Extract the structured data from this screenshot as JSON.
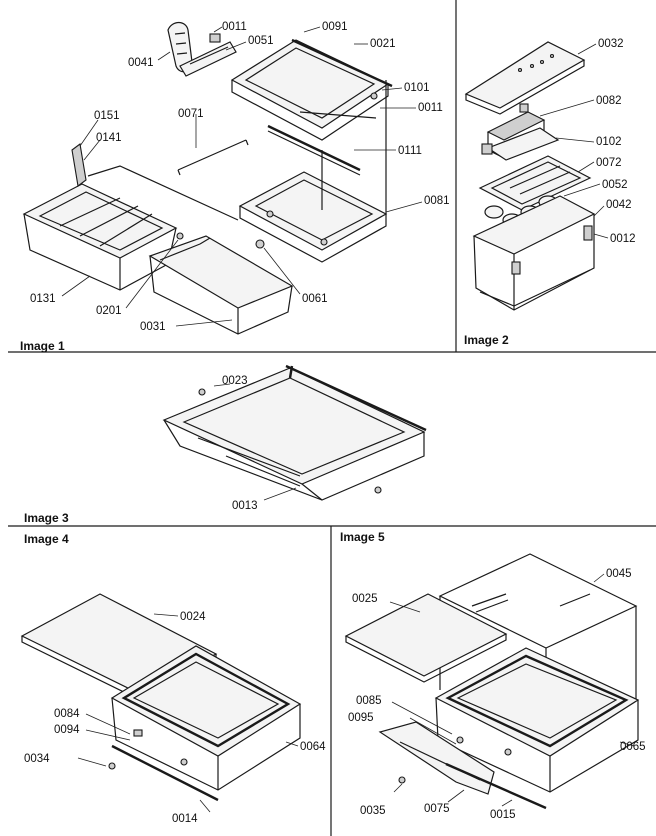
{
  "captions": {
    "image1": "Image 1",
    "image2": "Image 2",
    "image3": "Image 3",
    "image4": "Image 4",
    "image5": "Image 5"
  },
  "parts": {
    "p0011a": "0011",
    "p0091": "0091",
    "p0021": "0021",
    "p0041": "0041",
    "p0051": "0051",
    "p0101": "0101",
    "p0011b": "0011",
    "p0151": "0151",
    "p0141": "0141",
    "p0071": "0071",
    "p0111": "0111",
    "p0081": "0081",
    "p0131": "0131",
    "p0201": "0201",
    "p0031": "0031",
    "p0061": "0061",
    "p0032": "0032",
    "p0082": "0082",
    "p0102": "0102",
    "p0072": "0072",
    "p0052": "0052",
    "p0042": "0042",
    "p0012": "0012",
    "p0023": "0023",
    "p0013": "0013",
    "p0024": "0024",
    "p0084": "0084",
    "p0094": "0094",
    "p0034": "0034",
    "p0064": "0064",
    "p0014": "0014",
    "p0025": "0025",
    "p0045": "0045",
    "p0085": "0085",
    "p0095": "0095",
    "p0065": "0065",
    "p0035": "0035",
    "p0075": "0075",
    "p0015": "0015"
  }
}
